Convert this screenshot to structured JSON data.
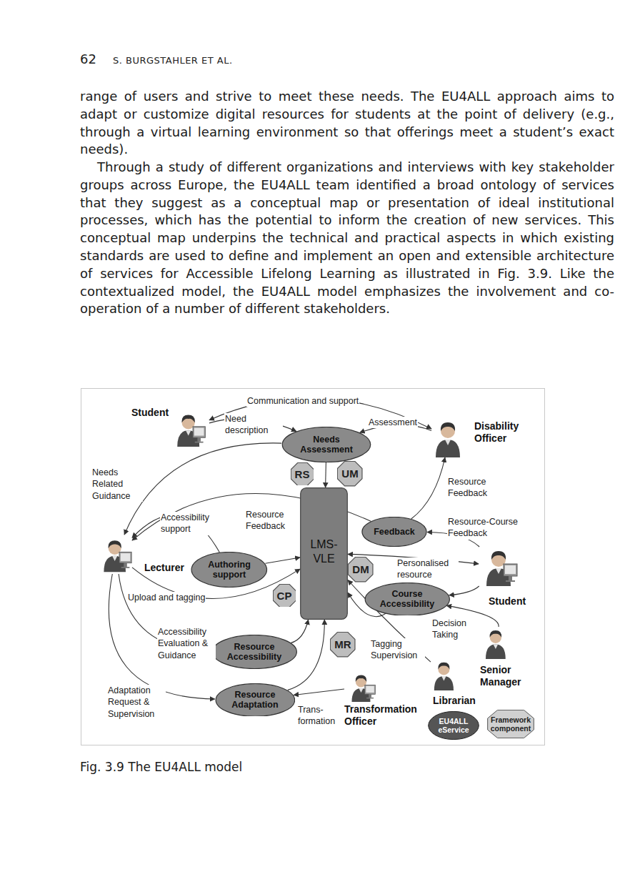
{
  "diagram": {
    "caption": "Fig. 3.9 The EU4ALL model",
    "nodes": [
      {
        "text": [
          "Student"
        ]
      },
      {
        "text": [
          "Disability Officer"
        ]
      },
      {
        "text": [
          "Lecturer"
        ]
      },
      {
        "text": [
          "Student"
        ]
      },
      {
        "text": [
          "Senior Manager"
        ]
      },
      {
        "text": [
          "Librarian"
        ]
      },
      {
        "text": [
          "Transformation Officer"
        ]
      },
      {
        "text": [
          "Needs Assessment"
        ]
      },
      {
        "text": [
          "Feedback"
        ]
      },
      {
        "text": [
          "Authoring support"
        ]
      },
      {
        "text": [
          "Course Accessibility"
        ]
      },
      {
        "text": [
          "Resource Accessibility"
        ]
      },
      {
        "text": [
          "Resource Adaptation"
        ]
      },
      {
        "text": [
          "LMS-VLE"
        ]
      },
      {
        "text": [
          "RS"
        ]
      },
      {
        "text": [
          "UM"
        ]
      },
      {
        "text": [
          "DM"
        ]
      },
      {
        "text": [
          "CP"
        ]
      },
      {
        "text": [
          "MR"
        ]
      }
    ],
    "edges": [
      {
        "from": 0,
        "to": 1,
        "label": "Communication and support",
        "arrow": "both"
      },
      {
        "from": 0,
        "to": 7,
        "label": "Need description",
        "arrow": "to"
      },
      {
        "from": 1,
        "to": 7,
        "label": "Assessment",
        "arrow": "to"
      },
      {
        "from": 7,
        "to": 13,
        "arrow": "to"
      },
      {
        "from": 7,
        "to": 2,
        "label": "Needs Related Guidance",
        "arrow": "to"
      },
      {
        "from": 8,
        "to": 1,
        "label": "Resource Feedback",
        "arrow": "to"
      },
      {
        "from": 8,
        "to": 2,
        "label": "Resource Feedback",
        "arrow": "to"
      },
      {
        "from": 3,
        "to": 8,
        "label": "Resource-Course Feedback",
        "arrow": "to"
      },
      {
        "from": 9,
        "to": 2,
        "label": "Accessibility support",
        "arrow": "to"
      },
      {
        "from": 9,
        "to": 13,
        "arrow": "to"
      },
      {
        "from": 13,
        "to": 3,
        "label": "Personalised resource",
        "arrow": "both"
      },
      {
        "from": 2,
        "to": 13,
        "label": "Upload and tagging",
        "arrow": "to"
      },
      {
        "from": 3,
        "to": 10,
        "arrow": "to"
      },
      {
        "from": 4,
        "to": 10,
        "label": "Decision Taking",
        "arrow": "to"
      },
      {
        "from": 10,
        "to": 13,
        "arrow": "to"
      },
      {
        "from": 2,
        "to": 11,
        "label": "Accessibility Evaluation & Guidance",
        "arrow": "to"
      },
      {
        "from": 11,
        "to": 13,
        "arrow": "to"
      },
      {
        "from": 5,
        "to": 13,
        "label": "Tagging Supervision",
        "arrow": "to"
      },
      {
        "from": 2,
        "to": 12,
        "label": "Adaptation Request & Supervision",
        "arrow": "to"
      },
      {
        "from": 6,
        "to": 12,
        "label": "Trans- formation",
        "arrow": "to"
      },
      {
        "from": 12,
        "to": 13,
        "arrow": "to"
      }
    ],
    "labels": [
      "62",
      "S. BURGSTAHLER ET AL.",
      "range of users and strive to meet these needs. The EU4ALL approach aims to adapt or customize digital resources for students at the point of delivery (e.g., through a virtual learning environment so that offerings meet a student’s exact needs).",
      "Through a study of different organizations and interviews with key stakeholder groups across Europe, the EU4ALL team identified a broad ontology of services that they suggest as a conceptual map or presentation of ideal institutional processes, which has the potential to inform the creation of new services. This conceptual map underpins the technical and practical aspects in which existing standards are used to define and implement an open and extensible architecture of services for Accessible Lifelong Learning as illustrated in Fig. 3.9. Like the contextualized model, the EU4ALL model emphasizes the involvement and co-operation of a number of different stakeholders."
    ],
    "legend": [
      {
        "text": "EU4ALL eService"
      },
      {
        "text": "Framework component"
      }
    ]
  }
}
